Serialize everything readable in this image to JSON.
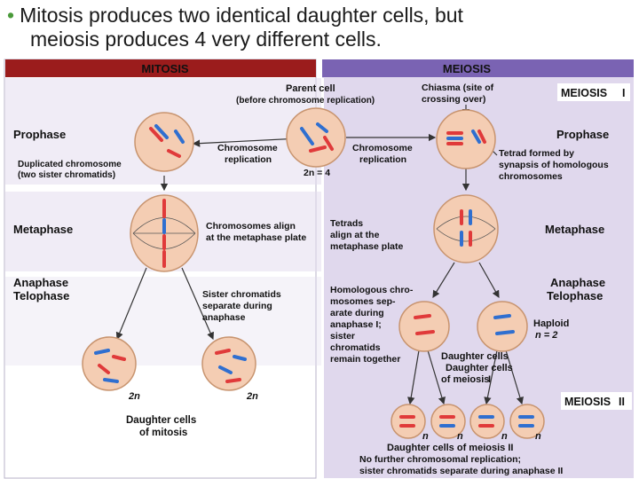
{
  "slide": {
    "bullet": "•",
    "title_line1": "Mitosis produces two identical daughter cells, but",
    "title_line2": "meiosis produces 4 very different cells."
  },
  "colors": {
    "mitosis_band": "#9b1c1c",
    "meiosis_band": "#7a63b3",
    "meiosis_bg": "#e3dcef",
    "chrom_red": "#e03a3a",
    "chrom_blue": "#2f6fd0",
    "cell_fill": "#f4cdb3"
  },
  "figure": {
    "mitosis_header": "MITOSIS",
    "meiosis_header": "MEIOSIS",
    "parent_cell": "Parent cell",
    "parent_cell_note": "(before chromosome replication)",
    "chiasma": "Chiasma (site of",
    "chiasma2": "crossing over)",
    "meiosis_i": "MEIOSIS",
    "roman_i": "I",
    "prophase": "Prophase",
    "prophase_i": "Prophase",
    "chrom_rep_a1": "Chromosome",
    "chrom_rep_a2": "replication",
    "chrom_rep_b1": "Chromosome",
    "chrom_rep_b2": "replication",
    "two_n_4": "2n = 4",
    "tetrad1": "Tetrad formed by",
    "tetrad2": "synapsis of homologous",
    "tetrad3": "chromosomes",
    "dup1": "Duplicated chromosome",
    "dup2": "(two sister chromatids)",
    "metaphase": "Metaphase",
    "metaphase_i": "Metaphase",
    "align1": "Chromosomes align",
    "align2": "at the metaphase plate",
    "tetrads1": "Tetrads",
    "tetrads2": "align at the",
    "tetrads3": "metaphase plate",
    "anaphase": "Anaphase",
    "telophase": "Telophase",
    "anaphase_i": "Anaphase",
    "telophase_i": "Telophase",
    "sister1": "Sister chromatids",
    "sister2": "separate during",
    "sister3": "anaphase",
    "homo1": "Homologous chro-",
    "homo2": "mosomes sep-",
    "homo3": "arate during",
    "homo4": "anaphase I;",
    "homo5": "sister",
    "homo6": "chromatids",
    "homo7": "remain together",
    "haploid": "Haploid",
    "n2": "n = 2",
    "dcm1": "Daughter cells",
    "dcm2": "of meiosis",
    "dcm_roman": "I",
    "two_n_a": "2n",
    "two_n_b": "2n",
    "dc_mitosis1": "Daughter cells",
    "dc_mitosis2": "of mitosis",
    "meiosis_ii": "MEIOSIS",
    "roman_ii": "II",
    "n_a": "n",
    "n_b": "n",
    "n_c": "n",
    "n_d": "n",
    "dc_meiosis2": "Daughter cells of meiosis II",
    "nofurther1": "No further chromosomal replication;",
    "nofurther2": "sister chromatids separate during anaphase II"
  }
}
